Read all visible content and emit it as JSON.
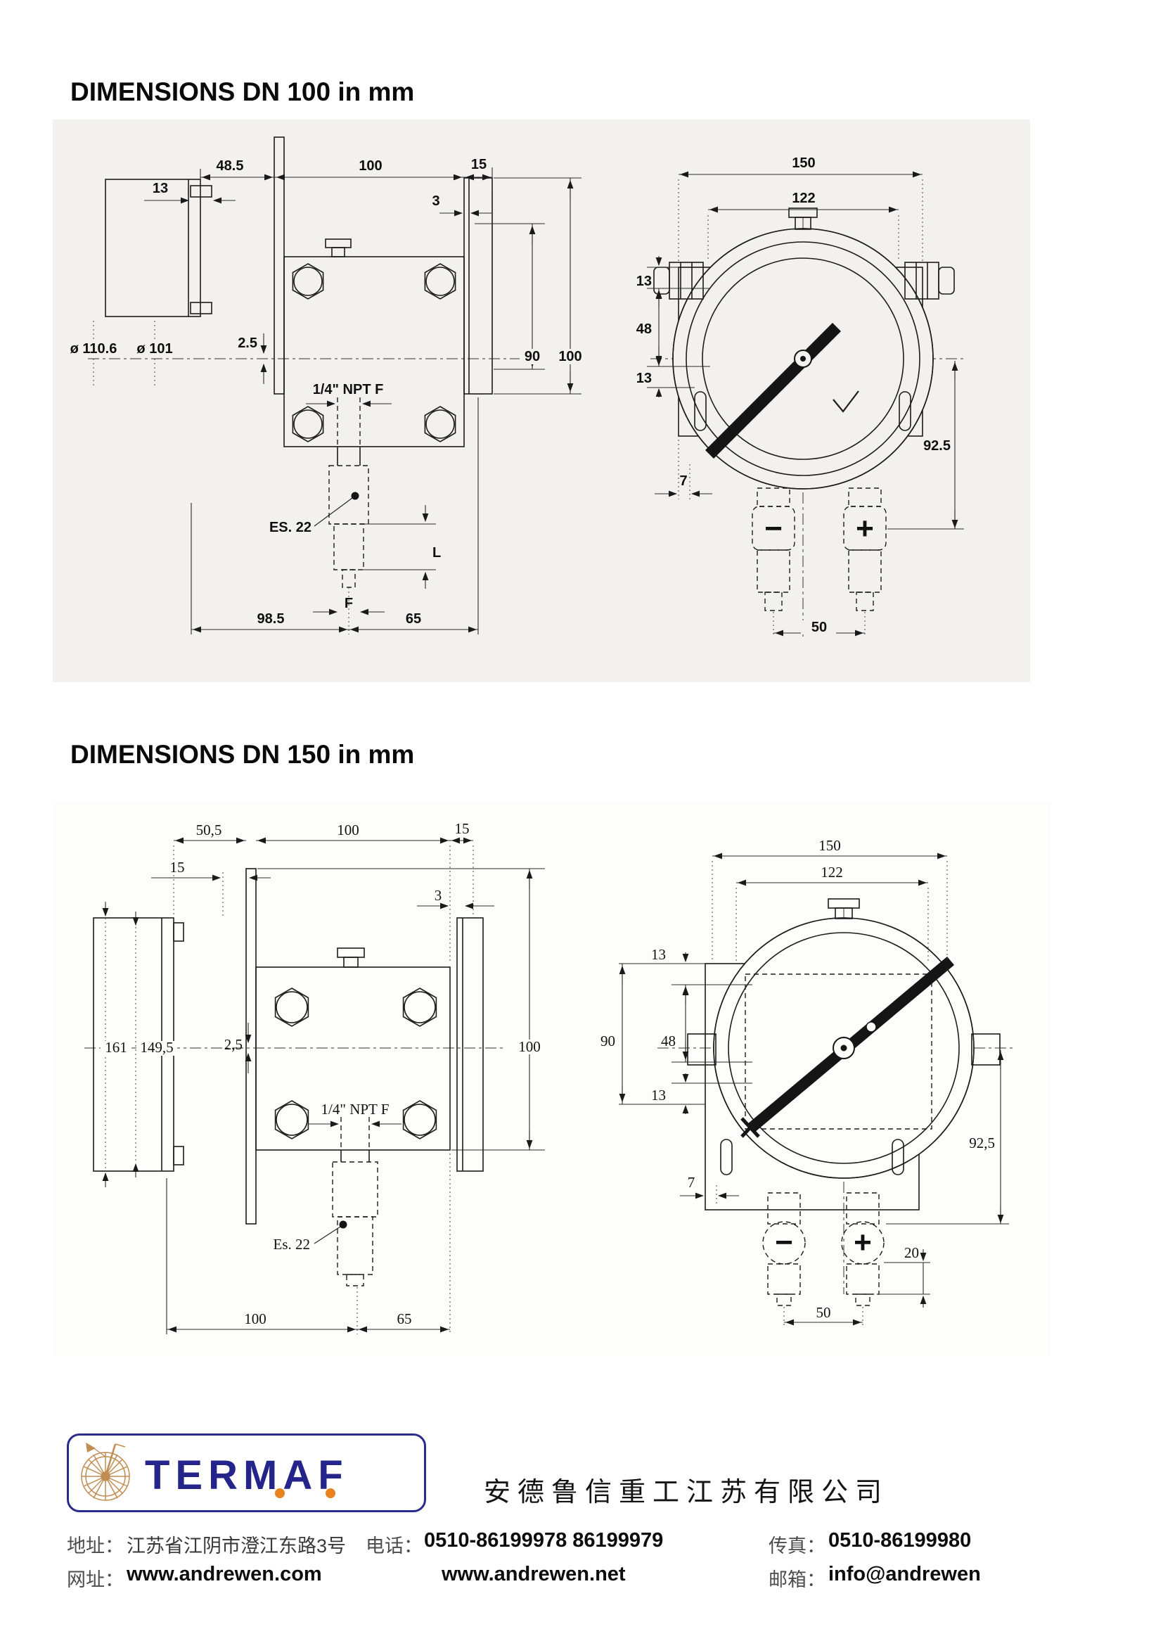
{
  "titles": {
    "dn100": "DIMENSIONS DN 100 in mm",
    "dn150": "DIMENSIONS DN 150 in mm"
  },
  "dn100": {
    "side": {
      "d13": "13",
      "d48_5": "48.5",
      "d100_top": "100",
      "d15": "15",
      "d3": "3",
      "dia_outer": "ø 110.6",
      "dia_inner": "ø 101",
      "d2_5": "2.5",
      "npt": "1/4\" NPT F",
      "es22": "ES. 22",
      "dim_l": "L",
      "dim_f": "F",
      "d98_5": "98.5",
      "d65": "65",
      "d90": "90",
      "d100_right": "100"
    },
    "front": {
      "d150": "150",
      "d122": "122",
      "d13_top": "13",
      "d48": "48",
      "d13_bottom": "13",
      "d92_5": "92.5",
      "d7": "7",
      "minus": "−",
      "plus": "+",
      "d50": "50"
    }
  },
  "dn150": {
    "side": {
      "d50_5": "50,5",
      "d100_top": "100",
      "d15_left": "15",
      "d15_right": "15",
      "d3": "3",
      "d161": "161",
      "d149_5": "149,5",
      "d2_5": "2,5",
      "npt": "1/4\" NPT F",
      "es22": "Es. 22",
      "d100_right": "100",
      "d100_bottom": "100",
      "d65": "65"
    },
    "front": {
      "d150": "150",
      "d122": "122",
      "d13_top": "13",
      "d90": "90",
      "d48": "48",
      "d13_bottom": "13",
      "d92_5": "92,5",
      "d7": "7",
      "d20": "20",
      "d50": "50",
      "minus": "−",
      "plus": "+"
    }
  },
  "footer": {
    "logo_text": "TERMAF",
    "company_cn": "安德鲁信重工江苏有限公司",
    "address_label": "地址：",
    "address": "江苏省江阴市澄江东路3号",
    "phone_label": "电话：",
    "phone": "0510-86199978  86199979",
    "fax_label": "传真：",
    "fax": "0510-86199980",
    "web_label": "网址：",
    "web_primary": "www.andrewen.com",
    "web_secondary": "www.andrewen.net",
    "email_label": "邮箱：",
    "email": "info@andrewen"
  },
  "colors": {
    "logo_blue": "#24248a",
    "logo_orange": "#e8821e",
    "logo_tan": "#c08c52",
    "scan_bg": "#f2f1ee"
  }
}
